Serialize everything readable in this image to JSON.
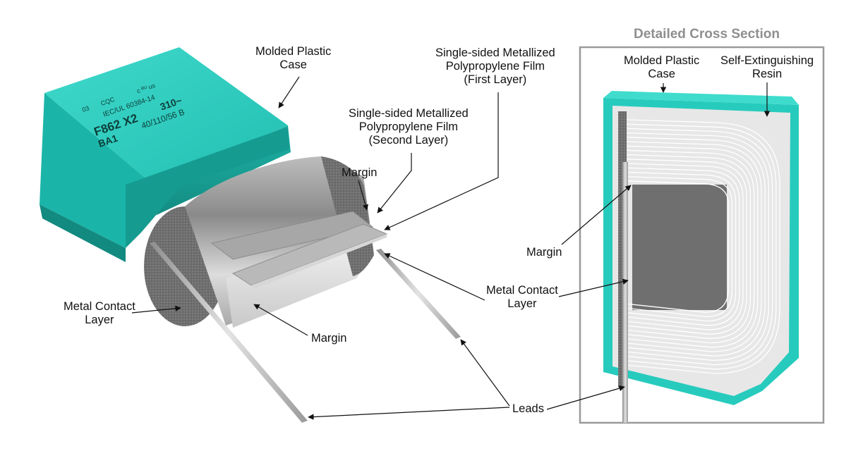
{
  "main_view": {
    "case_marking": {
      "standard": "IEC/UL 60384-14",
      "part_number": "F862 X2",
      "voltage": "310~",
      "climatic_category": "40/110/56 B",
      "code": "BA1",
      "logo_enec": "03",
      "logo_cqc": "CQC",
      "logo_ul": "c ᴿᵁ us"
    },
    "labels": {
      "molded_case": [
        "Molded Plastic",
        "Case"
      ],
      "film_first": [
        "Single-sided Metallized",
        "Polypropylene Film",
        "(First Layer)"
      ],
      "film_second": [
        "Single-sided Metallized",
        "Polypropylene Film",
        "(Second Layer)"
      ],
      "margin_top": "Margin",
      "margin_bottom": "Margin",
      "metal_contact_left": [
        "Metal Contact",
        "Layer"
      ],
      "metal_contact_right": [
        "Metal Contact",
        "Layer"
      ],
      "leads": "Leads"
    }
  },
  "cross_section": {
    "title": "Detailed Cross Section",
    "labels": {
      "molded_case": [
        "Molded Plastic",
        "Case"
      ],
      "resin": [
        "Self-Extinguishing",
        "Resin"
      ],
      "margin": "Margin"
    }
  },
  "colors": {
    "case_teal": "#27cbbd",
    "case_teal_dark": "#179e93",
    "film_gray": "#8e8e8e",
    "contact_gray": "#777777",
    "frame_gray": "#9a9a9a"
  }
}
